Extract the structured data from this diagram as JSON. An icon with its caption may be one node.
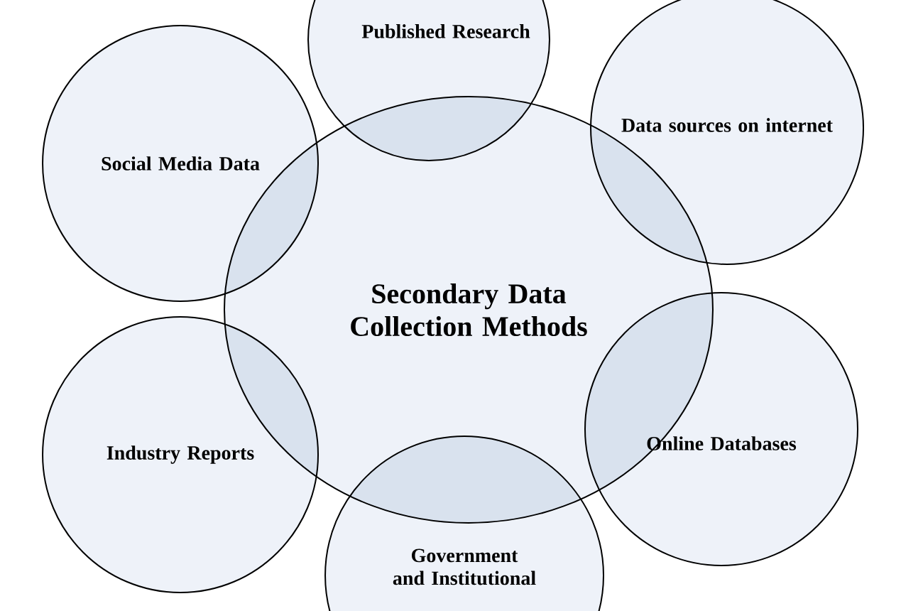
{
  "diagram": {
    "nodes": [
      {
        "text": [
          "Secondary Data Collection Methods"
        ]
      },
      {
        "text": [
          "Published Research"
        ]
      },
      {
        "text": [
          "Data sources on internet"
        ]
      },
      {
        "text": [
          "Online Databases"
        ]
      },
      {
        "text": [
          "Government and Institutional"
        ]
      },
      {
        "text": [
          "Industry Reports"
        ]
      },
      {
        "text": [
          "Social Media Data"
        ]
      }
    ]
  }
}
